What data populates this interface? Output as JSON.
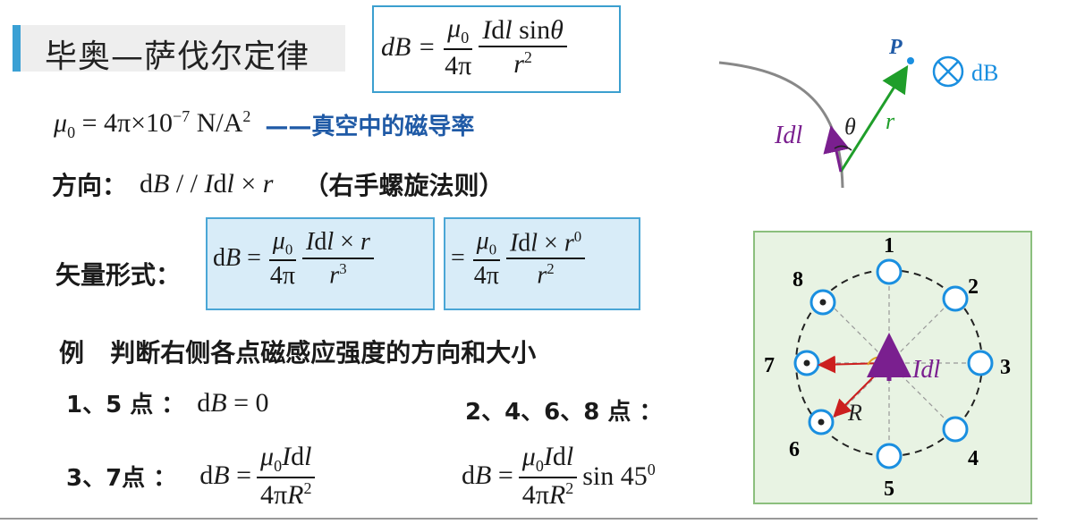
{
  "title": "毕奥—萨伐尔定律",
  "formula_main": {
    "lhs": "dB =",
    "num1": "μ0",
    "den1": "4π",
    "num2": "Idl sinθ",
    "den2": "r2"
  },
  "mu0_line": {
    "expr": "μ0 = 4π×10−7 N/A2",
    "note": "——真空中的磁导率"
  },
  "direction": {
    "label": "方向：",
    "expr": "dB//Idl × r",
    "rule": "（右手螺旋法则）"
  },
  "vector_form": {
    "label": "矢量形式：",
    "lhs": "dB =",
    "num1": "μ0",
    "den1": "4π",
    "num2": "Idl × r",
    "den2": "r3",
    "eq2": "=",
    "num3": "μ0",
    "den3": "4π",
    "num4": "Idl × r0",
    "den4": "r2"
  },
  "example": {
    "heading": "例   判断右侧各点磁感应强度的方向和大小",
    "p15_label": "1、5 点 ：",
    "p15_expr": "dB = 0",
    "p2468_label": "2、4、6、8 点 ：",
    "p37_label": "3、7点 ：",
    "p37_lhs": "dB =",
    "p37_num": "μ0Idl",
    "p37_den": "4πR2",
    "p2468_lhs": "dB =",
    "p2468_num": "μ0Idl",
    "p2468_den": "4πR2",
    "p2468_tail": "sin 450"
  },
  "top_diagram": {
    "point_label": "P",
    "dB_label": "dB",
    "r_label": "r",
    "theta_label": "θ",
    "Idl_label": "Idl"
  },
  "circle_diagram": {
    "points": [
      "1",
      "2",
      "3",
      "4",
      "5",
      "6",
      "7",
      "8"
    ],
    "R_label": "R",
    "Idl_label": "Idl"
  },
  "colors": {
    "accent": "#3aa0d4",
    "box_fill": "#d8ecf8",
    "diagram_bg": "#e8f3e3",
    "green_vector": "#1f9e2a",
    "purple_vector": "#7a1f8f",
    "blue_point": "#1a8fe0",
    "red_vector": "#cc1f1f"
  }
}
